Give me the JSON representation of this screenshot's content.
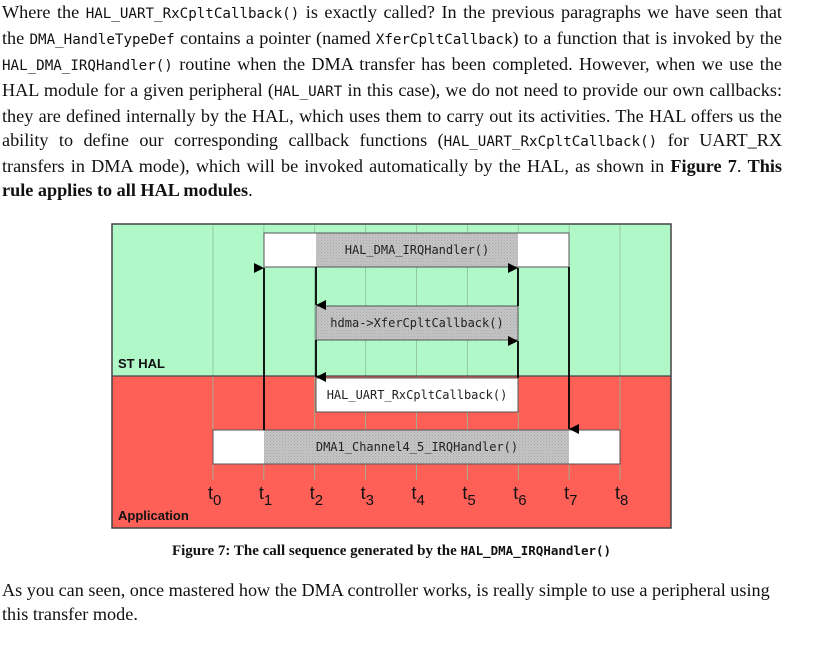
{
  "intro_paragraph": {
    "s1": "Where the ",
    "c1": "HAL_UART_RxCpltCallback()",
    "s2": " is exactly called? In the previous paragraphs we have seen that the ",
    "c2": "DMA_HandleTypeDef",
    "s3": " contains a pointer (named ",
    "c3": "XferCpltCallback",
    "s4": ") to a function that is invoked by the ",
    "c4": "HAL_DMA_IRQHandler()",
    "s5": " routine when the DMA transfer has been completed. However, when we use the HAL module for a given peripheral (",
    "c5": "HAL_UART",
    "s6": " in this case), we do not need to provide our own callbacks: they are defined internally by the HAL, which uses them to carry out its activities. The HAL offers us the ability to define our corresponding callback functions (",
    "c6": "HAL_UART_RxCpltCallback()",
    "s7": " for UART_RX transfers in DMA mode), which will be invoked automatically by the HAL, as shown in ",
    "b1": "Figure 7",
    "s8": ". ",
    "b2": "This rule applies to all HAL modules",
    "s9": "."
  },
  "figure": {
    "lanes": {
      "hal": "ST HAL",
      "app": "Application"
    },
    "colors": {
      "hal_lane": "#b0f8c8",
      "app_lane": "#fe6058",
      "active": "#bdbdbd",
      "idle": "#ffffff",
      "gridline": "#8cbf9c"
    },
    "time_ticks": [
      {
        "t": "t",
        "sub": "0"
      },
      {
        "t": "t",
        "sub": "1"
      },
      {
        "t": "t",
        "sub": "2"
      },
      {
        "t": "t",
        "sub": "3"
      },
      {
        "t": "t",
        "sub": "4"
      },
      {
        "t": "t",
        "sub": "5"
      },
      {
        "t": "t",
        "sub": "6"
      },
      {
        "t": "t",
        "sub": "7"
      },
      {
        "t": "t",
        "sub": "8"
      }
    ],
    "blocks": {
      "dma_irq": "HAL_DMA_IRQHandler()",
      "xfer_cb": "hdma->XferCpltCallback()",
      "uart_cb": "HAL_UART_RxCpltCallback()",
      "channel_irq": "DMA1_Channel4_5_IRQHandler()"
    }
  },
  "caption": {
    "label": "Figure 7: The call sequence generated by the ",
    "code": "HAL_DMA_IRQHandler()"
  },
  "outro_paragraph": "As you can seen, once mastered how the DMA controller works, is really simple to use a peripheral using this transfer mode."
}
